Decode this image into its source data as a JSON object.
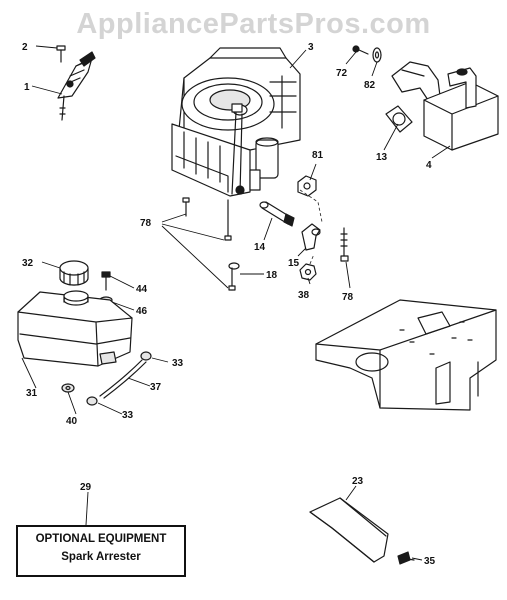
{
  "watermark": "AppliancePartsPros.com",
  "callouts": {
    "c2": "2",
    "c1": "1",
    "c3": "3",
    "c72": "72",
    "c82": "82",
    "c13": "13",
    "c4": "4",
    "c81": "81",
    "c78a": "78",
    "c14": "14",
    "c15": "15",
    "c18": "18",
    "c38": "38",
    "c78b": "78",
    "c32": "32",
    "c44": "44",
    "c46": "46",
    "c33a": "33",
    "c37": "37",
    "c31": "31",
    "c40": "40",
    "c33b": "33",
    "c29": "29",
    "c23": "23",
    "c35": "35"
  },
  "optional_box": {
    "line1": "OPTIONAL EQUIPMENT",
    "line2": "Spark Arrester"
  }
}
